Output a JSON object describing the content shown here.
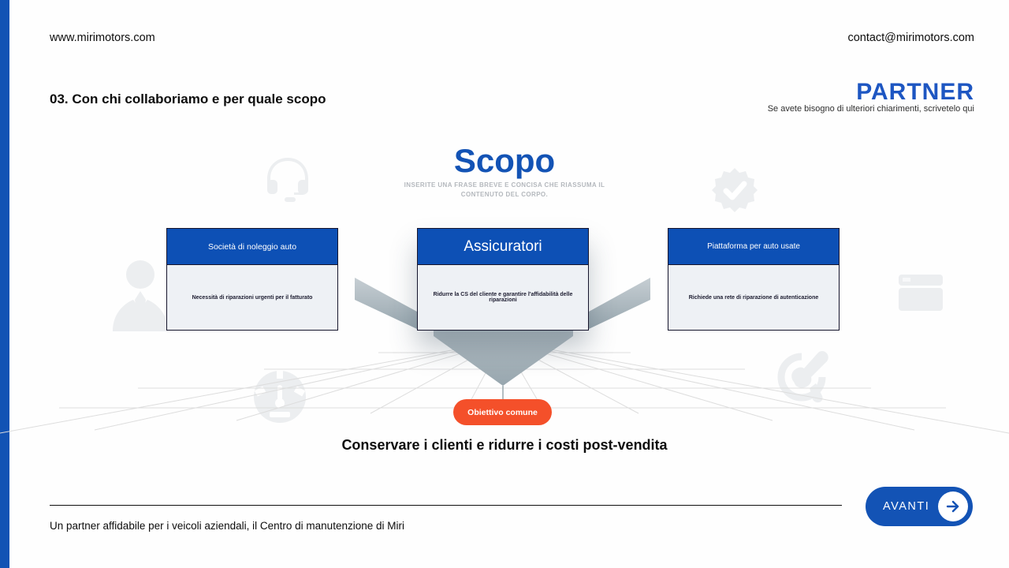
{
  "page": {
    "accent_blue": "#1353b5",
    "accent_orange": "#f4502a",
    "watermark_gray": "#eceef0"
  },
  "header": {
    "website": "www.mirimotors.com",
    "email": "contact@mirimotors.com",
    "section_title": "03. Con chi collaboriamo e per quale scopo",
    "partner_label": "PARTNER",
    "partner_note": "Se avete bisogno di ulteriori chiarimenti, scrivetelo qui"
  },
  "scopo": {
    "title": "Scopo",
    "subtitle": "INSERITE UNA FRASE BREVE E CONCISA CHE RIASSUMA IL CONTENUTO DEL CORPO."
  },
  "cards": [
    {
      "title": "Società di noleggio auto",
      "body": "Necessità di riparazioni urgenti per il fatturato"
    },
    {
      "title": "Assicuratori",
      "body": "Ridurre la CS del cliente e garantire l'affidabilità delle riparazioni"
    },
    {
      "title": "Piattaforma per auto usate",
      "body": "Richiede una rete di riparazione di autenticazione"
    }
  ],
  "objective": {
    "pill_label": "Obiettivo comune",
    "statement": "Conservare i clienti e ridurre i costi post-vendita"
  },
  "footer": {
    "note": "Un partner affidabile per i veicoli aziendali, il Centro di manutenzione di Miri",
    "next_button_label": "AVANTI"
  },
  "icons": {
    "watermarks": [
      "headset-icon",
      "person-icon",
      "badge-check-icon",
      "credit-card-icon",
      "speedometer-icon",
      "wrench-icon"
    ],
    "next_arrow": "arrow-right-icon"
  }
}
